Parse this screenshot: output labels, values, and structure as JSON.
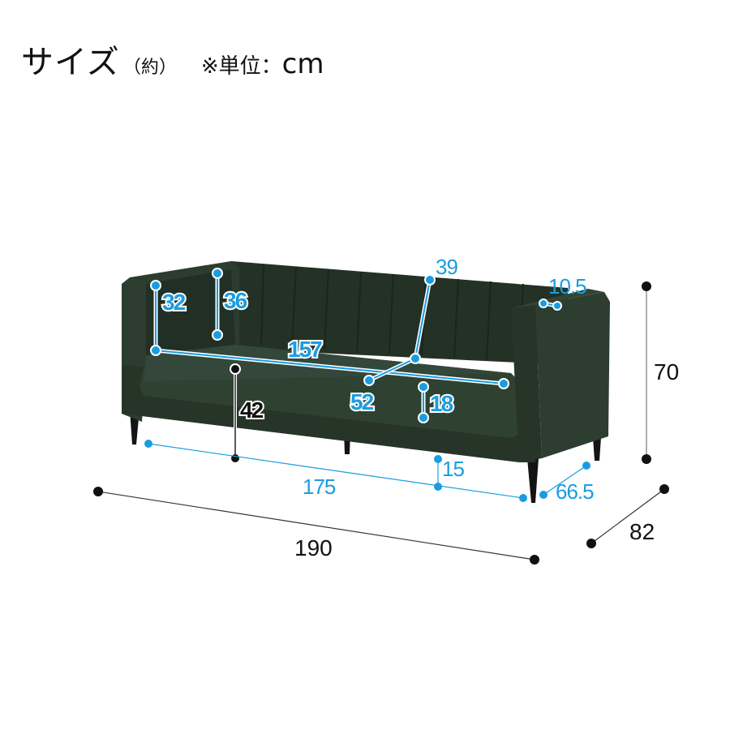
{
  "header": {
    "title": "サイズ",
    "approx": "（約）",
    "unit_note": "※単位：",
    "unit": "cm"
  },
  "product": {
    "name": "sofa",
    "color": "#2a3a2c"
  },
  "colors": {
    "accent_blue": "#1a9de0",
    "outer_dimension": "#111111"
  },
  "dimensions": {
    "outer": {
      "width": "190",
      "depth": "82",
      "height": "70"
    },
    "inner": {
      "armrest_inner_height": "32",
      "backrest_height": "36",
      "seat_width": "157",
      "backrest_depth": "39",
      "armrest_width": "10.5",
      "seat_depth": "52",
      "cushion_thickness": "18",
      "seat_height": "42",
      "leg_span_width": "175",
      "leg_span_depth": "66.5",
      "floor_clearance": "15"
    }
  }
}
